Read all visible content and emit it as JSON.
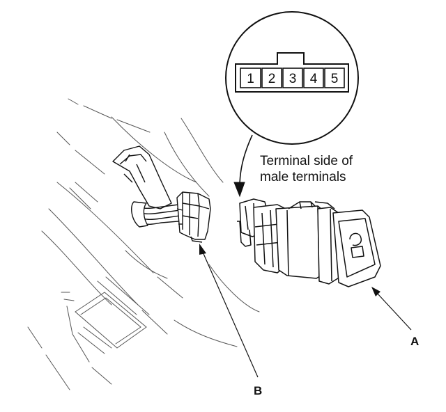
{
  "connector_view": {
    "pins": [
      "1",
      "2",
      "3",
      "4",
      "5"
    ],
    "caption_line1": "Terminal side of",
    "caption_line2": "male terminals"
  },
  "labels": {
    "a": "A",
    "b": "B"
  },
  "colors": {
    "ink": "#111111",
    "light_ink": "#555555",
    "background": "#ffffff"
  }
}
